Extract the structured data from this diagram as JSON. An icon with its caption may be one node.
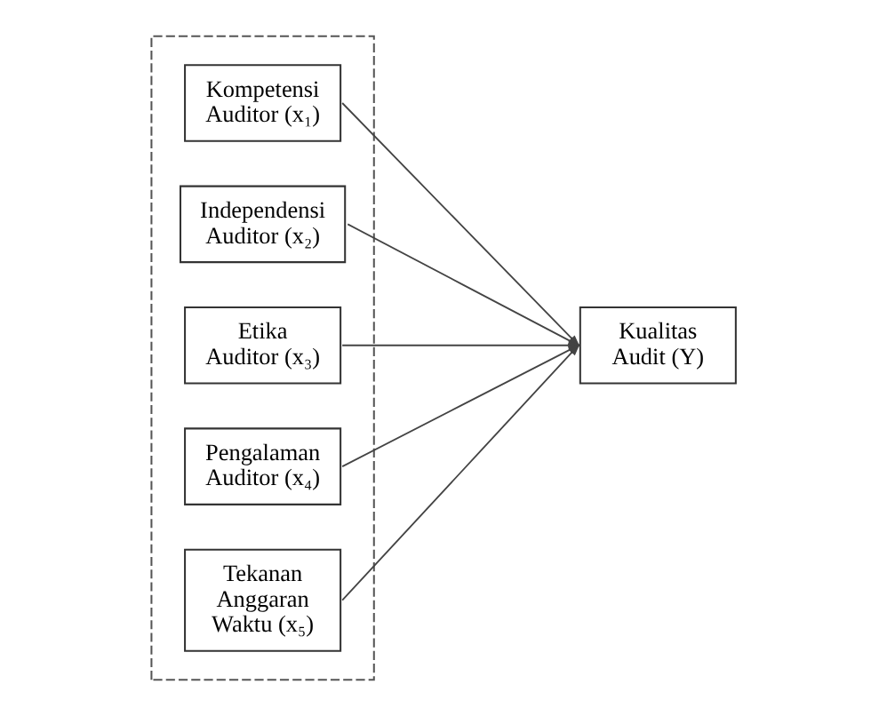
{
  "diagram": {
    "nodes": [
      {
        "text": [],
        "shape": "box"
      },
      {
        "text": [
          "Kompetensi Auditor (x₁)"
        ],
        "in": 0
      },
      {
        "text": [
          "Independensi Auditor (x₂)"
        ],
        "in": 0
      },
      {
        "text": [
          "Etika Auditor (x₃)"
        ],
        "in": 0
      },
      {
        "text": [
          "Pengalaman Auditor (x₄)"
        ],
        "in": 0
      },
      {
        "text": [
          "Tekanan Anggaran Waktu (x₅)"
        ],
        "in": 0
      },
      {
        "text": [
          "Kualitas Audit (Y)"
        ]
      }
    ],
    "edges": [
      {
        "from": 1,
        "to": 6,
        "arrow": "to"
      },
      {
        "from": 2,
        "to": 6,
        "arrow": "to"
      },
      {
        "from": 3,
        "to": 6,
        "arrow": "to"
      },
      {
        "from": 4,
        "to": 6,
        "arrow": "to"
      },
      {
        "from": 5,
        "to": 6,
        "arrow": "to"
      }
    ]
  }
}
